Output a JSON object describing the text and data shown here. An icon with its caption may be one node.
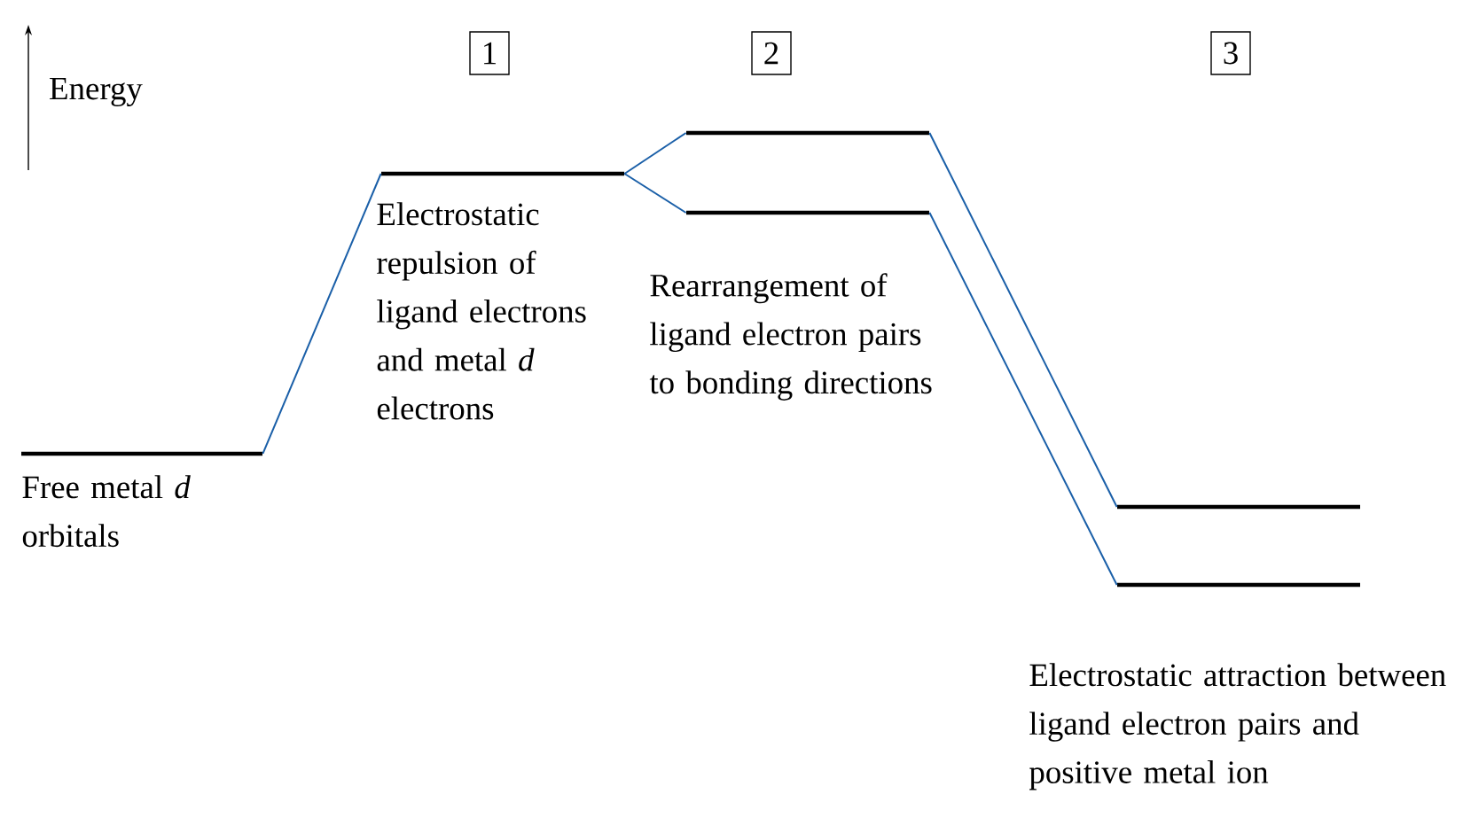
{
  "diagram": {
    "nodes": [
      {
        "text": [],
        "shape": "bar",
        "beside": [
          "Free metal *d* orbitals"
        ]
      },
      {
        "text": [],
        "shape": "bar",
        "beside": [
          "Electrostatic repulsion of ligand electrons and metal *d* electrons"
        ]
      },
      {
        "text": [],
        "shape": "bar"
      },
      {
        "text": [],
        "shape": "bar",
        "beside": [
          "Rearrangement of ligand electron pairs to bonding directions"
        ]
      },
      {
        "text": [],
        "shape": "bar"
      },
      {
        "text": [],
        "shape": "bar",
        "beside": [
          "Electrostatic attraction between ligand electron pairs and positive metal ion"
        ]
      }
    ],
    "edges": [
      {
        "from": 0,
        "to": 1,
        "arrow": "none"
      },
      {
        "from": 1,
        "to": 2,
        "arrow": "none"
      },
      {
        "from": 1,
        "to": 3,
        "arrow": "none"
      },
      {
        "from": 2,
        "to": 4,
        "arrow": "none"
      },
      {
        "from": 3,
        "to": 5,
        "arrow": "none"
      }
    ],
    "labels": [
      "Energy",
      "1",
      "2",
      "3"
    ]
  }
}
